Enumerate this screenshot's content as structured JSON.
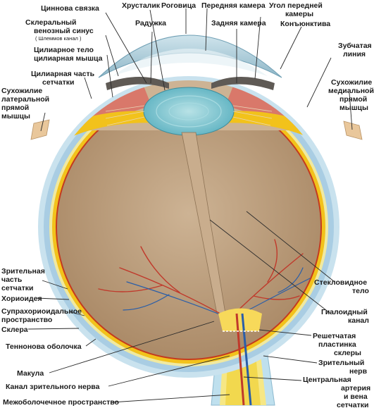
{
  "labels": {
    "zinn": "Циннова связка",
    "lens": "Хрусталик",
    "cornea": "Роговица",
    "anterior_chamber": "Передняя камера",
    "angle_line1": "Угол передней",
    "angle_line2": "камеры",
    "scleral_sinus_line1": "Склеральный",
    "scleral_sinus_line2": "венозный синус",
    "scleral_sinus_note": "( Шлеммов канал )",
    "iris": "Радужка",
    "posterior_chamber": "Задняя камера",
    "conjunctiva": "Конъюнктива",
    "ciliary_body_line1": "Цилиарное тело",
    "ciliary_body_line2": "цилиарная мышца",
    "ora_line1": "Зубчатая",
    "ora_line2": "линия",
    "retina_ciliary_line1": "Цилиарная часть",
    "retina_ciliary_line2": "сетчатки",
    "lateral_rectus_line1": "Сухожилие",
    "lateral_rectus_line2": "латеральной",
    "lateral_rectus_line3": "прямой",
    "lateral_rectus_line4": "мышцы",
    "medial_rectus_line1": "Сухожилие",
    "medial_rectus_line2": "медиальной",
    "medial_rectus_line3": "прямой",
    "medial_rectus_line4": "мышцы",
    "vitreous_line1": "Стекловидное",
    "vitreous_line2": "тело",
    "hyaloid_line1": "Гиалоидный",
    "hyaloid_line2": "канал",
    "optic_retina_line1": "Зрительная",
    "optic_retina_line2": "часть",
    "optic_retina_line3": "сетчатки",
    "choroid": "Хориоидея",
    "suprachoroid_line1": "Супрахориоидальное",
    "suprachoroid_line2": "пространство",
    "sclera": "Склера",
    "tenon": "Теннонова оболочка",
    "lamina_line1": "Решетчатая",
    "lamina_line2": "пластинка",
    "lamina_line3": "склеры",
    "optic_nerve_line1": "Зрительный",
    "optic_nerve_line2": "нерв",
    "macula": "Макула",
    "optic_canal": "Канал зрительного нерва",
    "central_vessels_line1": "Центральная",
    "central_vessels_line2": "артерия",
    "central_vessels_line3": "и вена",
    "central_vessels_line4": "сетчатки",
    "intersheath": "Межоболочечное пространство"
  },
  "colors": {
    "tenon": "#c9e2ee",
    "sclera": "#a9cde3",
    "choroid": "#f0e9a0",
    "retina": "#f2c21b",
    "retina_edge": "#c43a1e",
    "vitreous": "#b59572",
    "vitreous_light": "#c9ad8d",
    "lens": "#79c4cf",
    "iris": "#5f5a55",
    "ciliary": "#d9786a",
    "artery": "#c0392b",
    "vein": "#2a5ea8"
  }
}
